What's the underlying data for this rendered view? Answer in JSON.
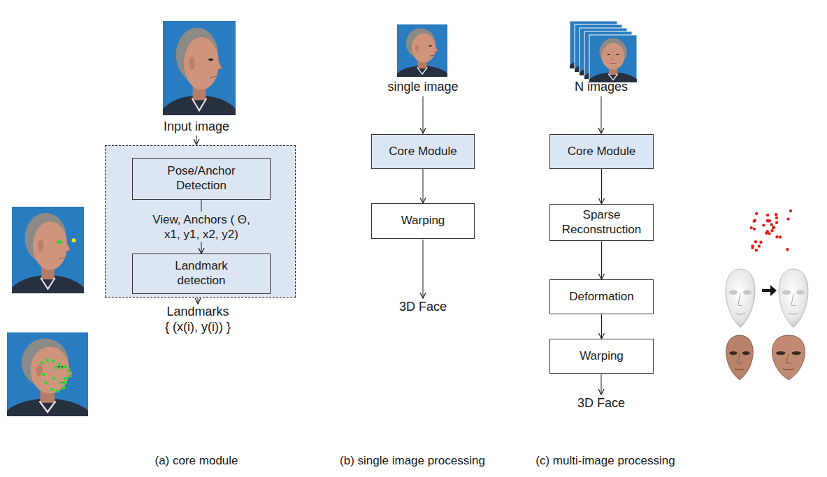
{
  "diagram": {
    "nodes": [
      {
        "text": []
      },
      {
        "text": [
          "Pose/Anchor Detection"
        ],
        "in": 0
      },
      {
        "text": [
          "Landmark detection"
        ],
        "in": 0
      },
      {
        "text": [
          "Core Module"
        ]
      },
      {
        "text": [
          "Warping"
        ]
      },
      {
        "text": [
          "Core Module"
        ]
      },
      {
        "text": [
          "Sparse Reconstruction"
        ]
      },
      {
        "text": [
          "Deformation"
        ]
      },
      {
        "text": [
          "Warping"
        ]
      }
    ],
    "edges": [
      {
        "from": 1,
        "to": 2,
        "arrow": "to",
        "label": "View, Anchors ( Θ, x1, y1, x2, y2)"
      },
      {
        "from": 3,
        "to": 4,
        "arrow": "to"
      },
      {
        "from": 5,
        "to": 6,
        "arrow": "to"
      },
      {
        "from": 6,
        "to": 7,
        "arrow": "to"
      },
      {
        "from": 7,
        "to": 8,
        "arrow": "to"
      }
    ],
    "labels": [
      "Input image",
      "Landmarks",
      "{ (x(i), y(i)) }",
      "single image",
      "3D Face",
      "N images",
      "3D Face",
      "(a) core module",
      "(b) single image processing",
      "(c) multi-image processing"
    ]
  }
}
